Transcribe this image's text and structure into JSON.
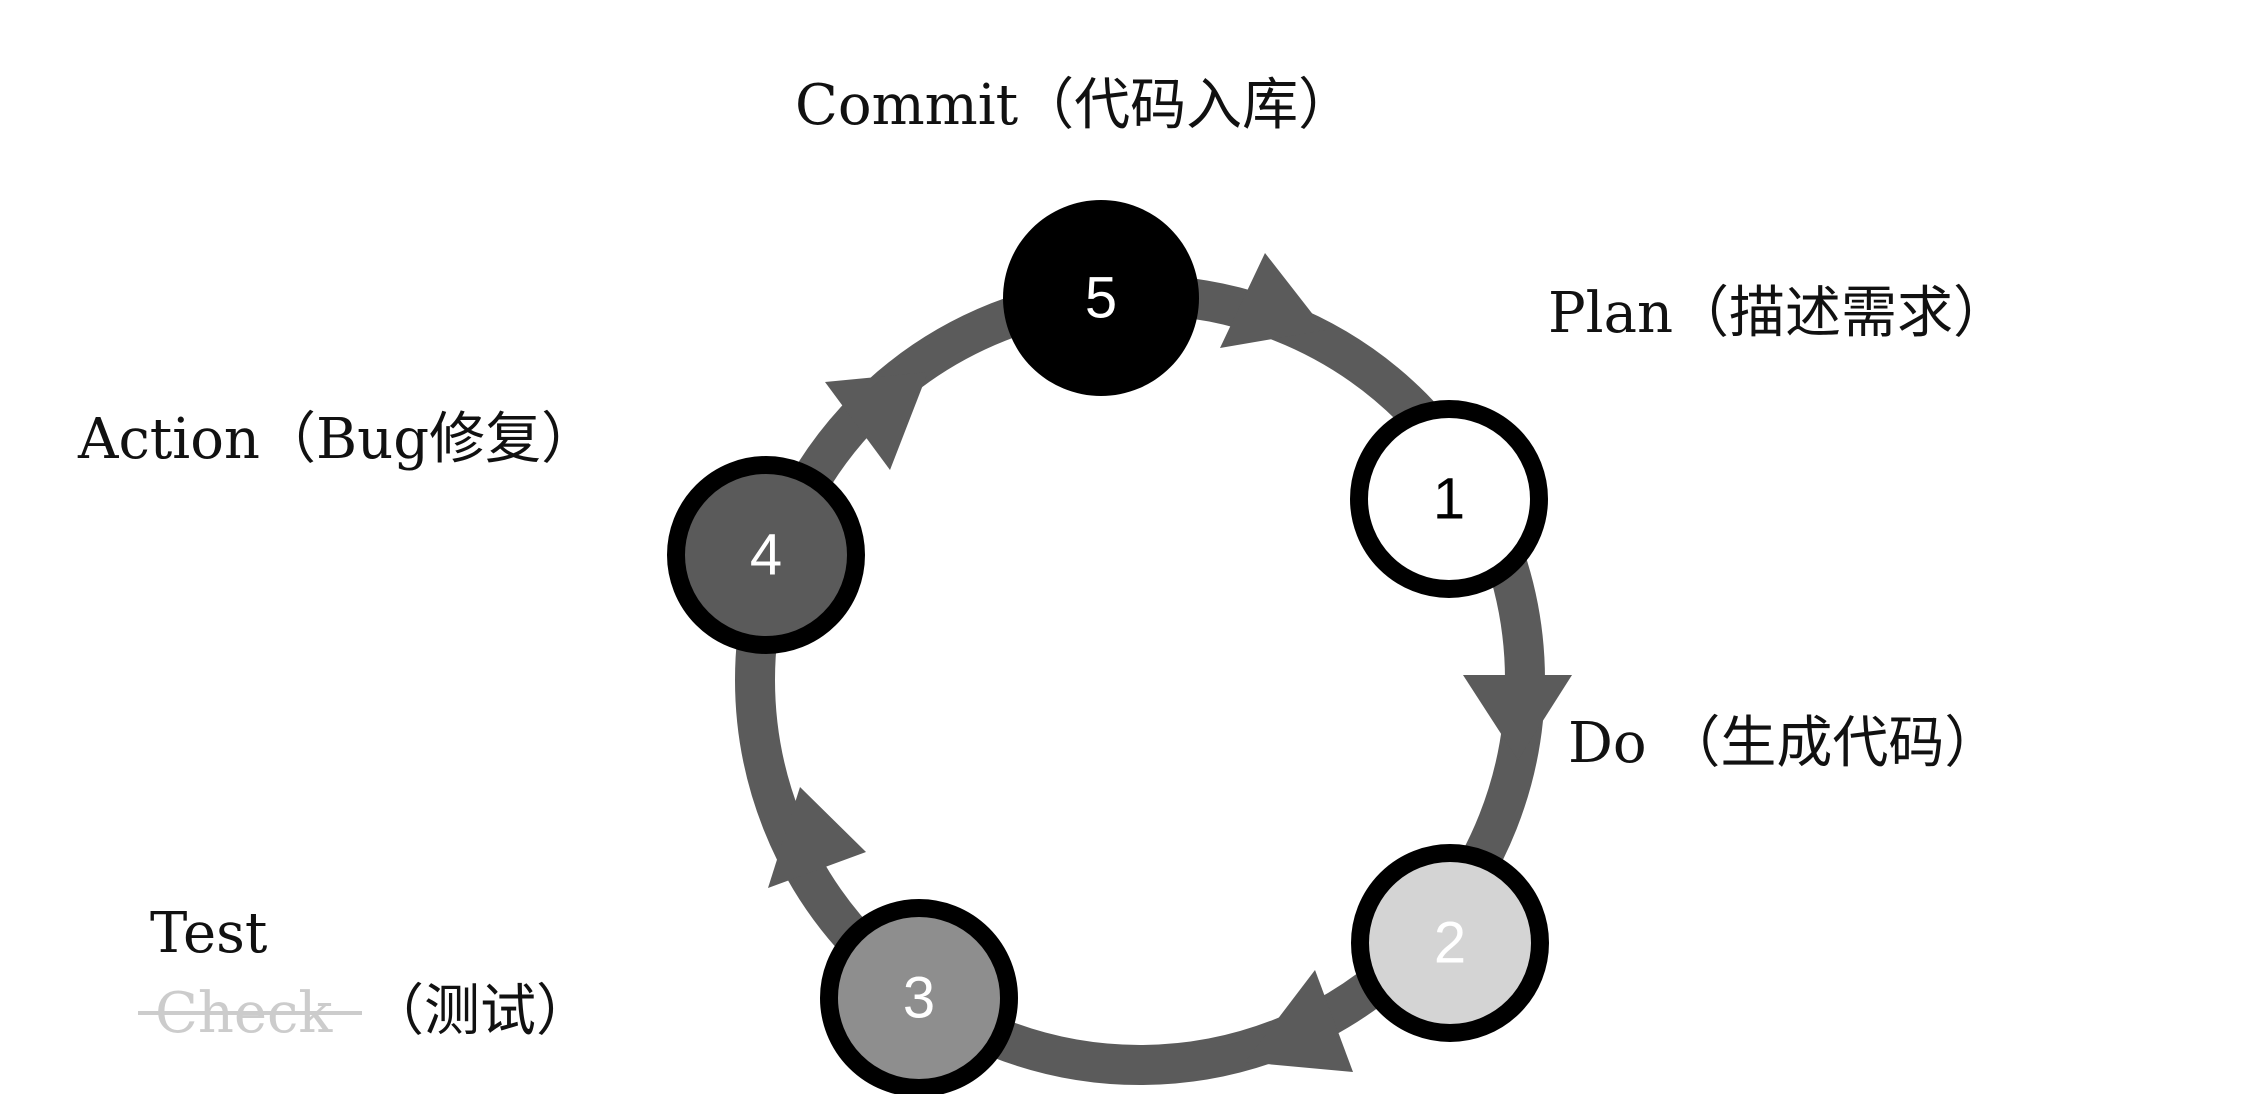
{
  "stages": {
    "plan": {
      "number": "1",
      "label": "Plan（描述需求）",
      "fill": "#ffffff",
      "text_color": "#000000"
    },
    "do": {
      "number": "2",
      "label": "Do （生成代码）",
      "fill": "#d4d4d4",
      "text_color": "#ffffff"
    },
    "test": {
      "number": "3",
      "label_line1": "Test",
      "label_struck": "Check",
      "label_suffix": "（测试）",
      "fill": "#8e8e8e",
      "text_color": "#ffffff"
    },
    "action": {
      "number": "4",
      "label": "Action（Bug修复）",
      "fill": "#5a5a5a",
      "text_color": "#ffffff"
    },
    "commit": {
      "number": "5",
      "label": "Commit（代码入库）",
      "fill": "#000000",
      "text_color": "#ffffff"
    }
  },
  "colors": {
    "ring": "#5b5b5b",
    "node_border": "#000000",
    "label_text": "#111111",
    "struck_text": "#cccccc"
  }
}
